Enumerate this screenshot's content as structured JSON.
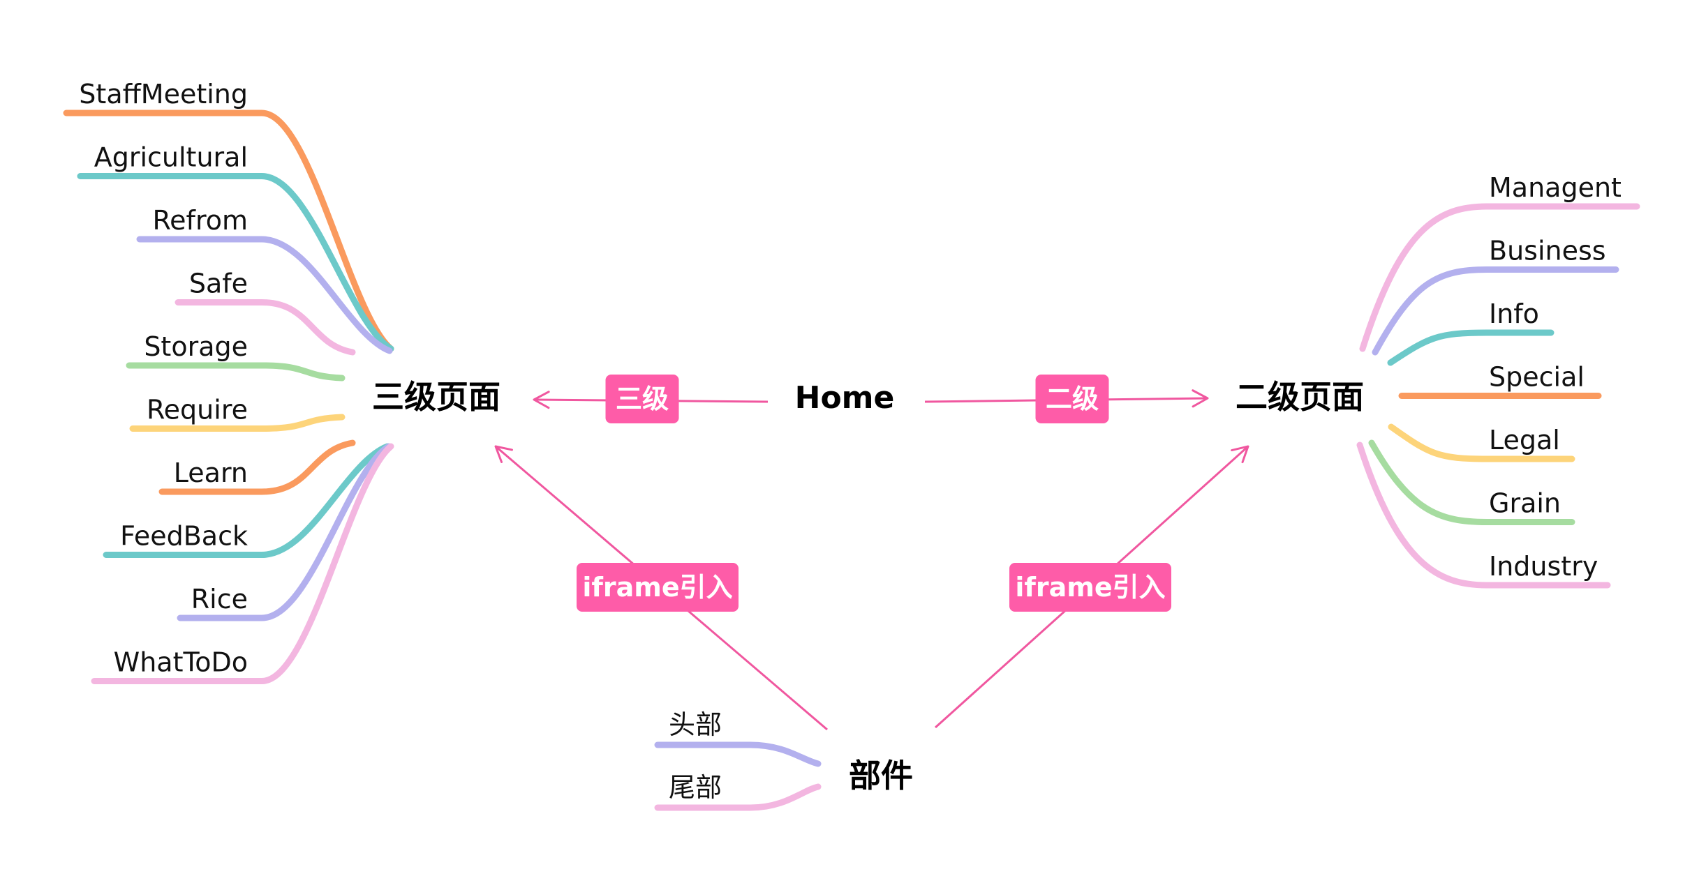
{
  "colors": {
    "orange": "#fa9a5e",
    "teal": "#6cc9c9",
    "lavender": "#b3b0ee",
    "pink": "#f3b6e0",
    "green": "#a6dca0",
    "yellow": "#fdd47a",
    "arrow": "#f0579f",
    "tag_bg": "#fe5ca8"
  },
  "center": {
    "label": "Home"
  },
  "left_hub": {
    "label": "三级页面",
    "items": [
      {
        "label": "StaffMeeting",
        "color": "#fa9a5e"
      },
      {
        "label": "Agricultural",
        "color": "#6cc9c9"
      },
      {
        "label": "Refrom",
        "color": "#b3b0ee"
      },
      {
        "label": "Safe",
        "color": "#f3b6e0"
      },
      {
        "label": "Storage",
        "color": "#a6dca0"
      },
      {
        "label": "Require",
        "color": "#fdd47a"
      },
      {
        "label": "Learn",
        "color": "#fa9a5e"
      },
      {
        "label": "FeedBack",
        "color": "#6cc9c9"
      },
      {
        "label": "Rice",
        "color": "#b3b0ee"
      },
      {
        "label": "WhatToDo",
        "color": "#f3b6e0"
      }
    ]
  },
  "right_hub": {
    "label": "二级页面",
    "items": [
      {
        "label": "Managent",
        "color": "#f3b6e0"
      },
      {
        "label": "Business",
        "color": "#b3b0ee"
      },
      {
        "label": "Info",
        "color": "#6cc9c9"
      },
      {
        "label": "Special",
        "color": "#fa9a5e"
      },
      {
        "label": "Legal",
        "color": "#fdd47a"
      },
      {
        "label": "Grain",
        "color": "#a6dca0"
      },
      {
        "label": "Industry",
        "color": "#f3b6e0"
      }
    ]
  },
  "bottom_hub": {
    "label": "部件",
    "items": [
      {
        "label": "头部",
        "color": "#b3b0ee"
      },
      {
        "label": "尾部",
        "color": "#f3b6e0"
      }
    ]
  },
  "edge_labels": {
    "home_to_left": "三级",
    "home_to_right": "二级",
    "bottom_to_left": "iframe引入",
    "bottom_to_right": "iframe引入"
  }
}
